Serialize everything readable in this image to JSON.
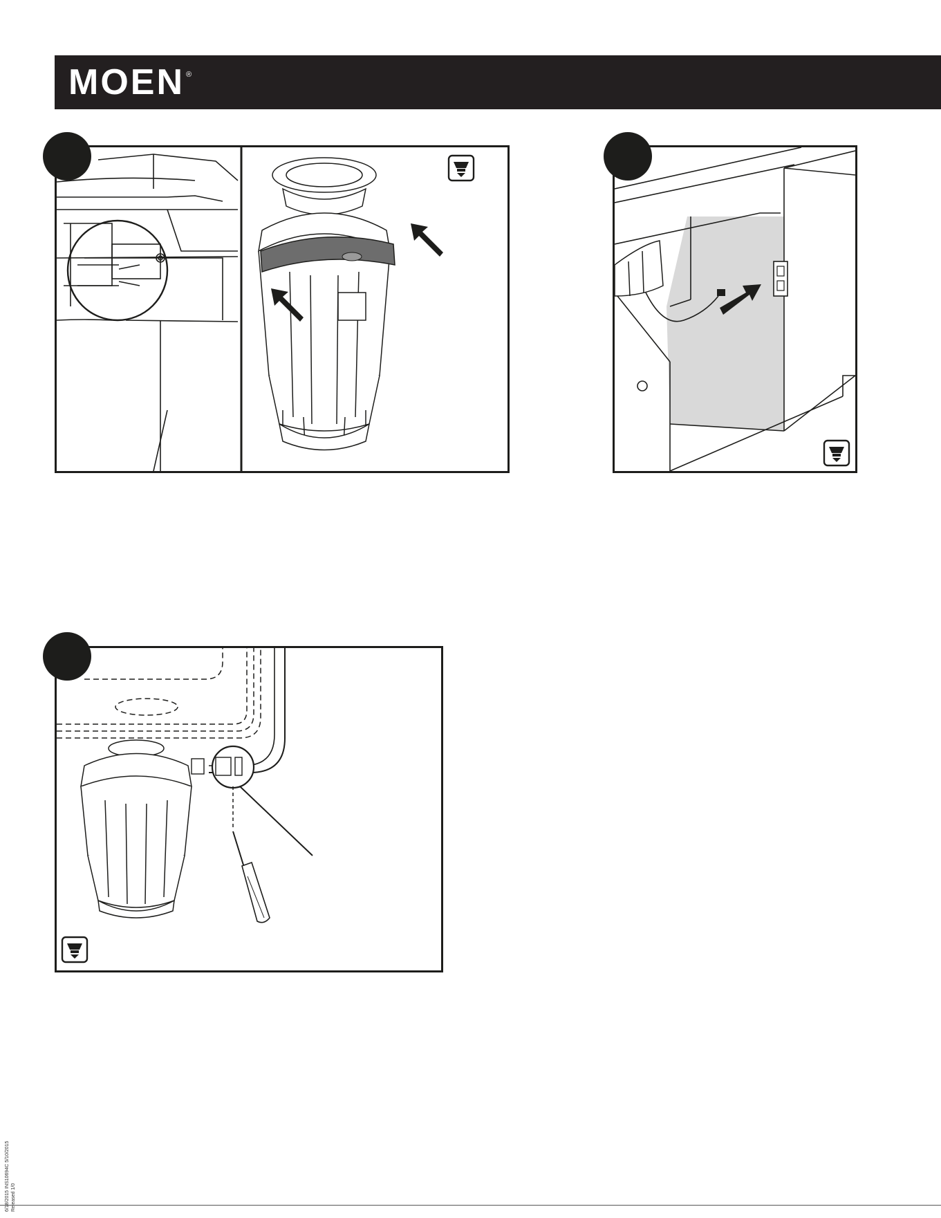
{
  "header": {
    "brand": "MOEN",
    "registered_mark": "®",
    "bar_color": "#231f20"
  },
  "footer": {
    "doc_code_line1": "6/18/2015   INS10694C   5/10/2015",
    "doc_code_line2": "Released 1/0"
  },
  "icons": {
    "disposal_badge": "garbage-disposal-icon",
    "arrow": "arrow-icon",
    "screwdriver": "screwdriver-icon"
  },
  "colors": {
    "ink": "#1d1d1b",
    "cabinet_shade": "#d9d9d9",
    "mount_ring": "#6d6d6d"
  }
}
